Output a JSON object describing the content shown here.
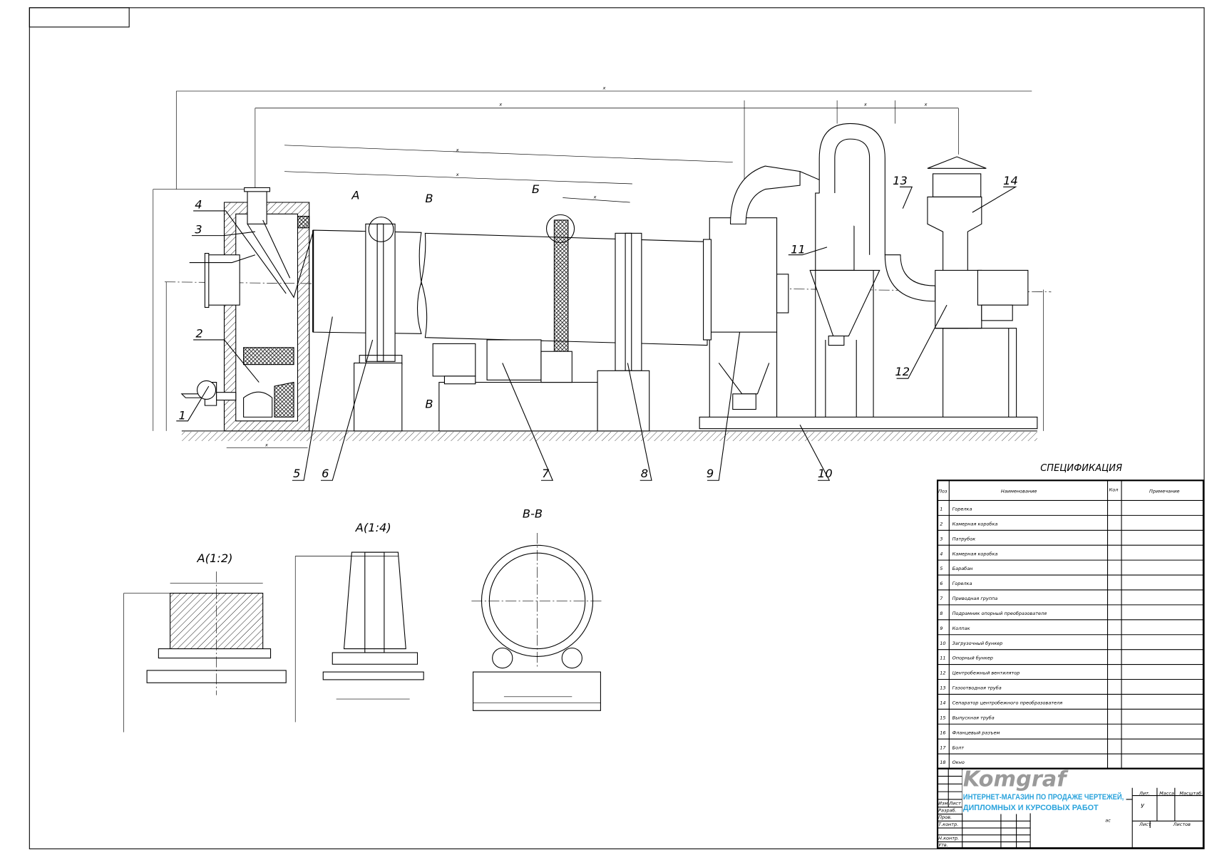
{
  "drawing": {
    "callouts": [
      "1",
      "2",
      "3",
      "4",
      "5",
      "6",
      "7",
      "8",
      "9",
      "10",
      "11",
      "12",
      "13",
      "14"
    ],
    "section_marks": {
      "a": "А",
      "b": "Б",
      "v": "В"
    },
    "dimension_label": "x",
    "views": {
      "detail_a_12": "А(1:2)",
      "detail_a_14": "А(1:4)",
      "section_vv": "В-В"
    }
  },
  "specification": {
    "title": "СПЕЦИФИКАЦИЯ",
    "columns": [
      "Поз",
      "Наименование",
      "Кол",
      "Примечание"
    ],
    "rows": [
      {
        "pos": "1",
        "name": "Горелка"
      },
      {
        "pos": "2",
        "name": "Камерная коробка"
      },
      {
        "pos": "3",
        "name": "Патрубок"
      },
      {
        "pos": "4",
        "name": "Камерная коробка"
      },
      {
        "pos": "5",
        "name": "Барабан"
      },
      {
        "pos": "6",
        "name": "Горелка"
      },
      {
        "pos": "7",
        "name": "Приводная группа"
      },
      {
        "pos": "8",
        "name": "Подрамник опорный преобразователя"
      },
      {
        "pos": "9",
        "name": "Колпак"
      },
      {
        "pos": "10",
        "name": "Загрузочный бункер"
      },
      {
        "pos": "11",
        "name": "Опорный бункер"
      },
      {
        "pos": "12",
        "name": "Центробежный вентилятор"
      },
      {
        "pos": "13",
        "name": "Газоотводная труба"
      },
      {
        "pos": "14",
        "name": "Сепаратор центробежного преобразователя"
      },
      {
        "pos": "15",
        "name": "Выпускная труба"
      },
      {
        "pos": "16",
        "name": "Фланцевый разъем"
      },
      {
        "pos": "17",
        "name": "Болт"
      },
      {
        "pos": "18",
        "name": "Окно"
      }
    ]
  },
  "title_block": {
    "lit": "Лит.",
    "mass": "Масса",
    "scale": "Масштаб",
    "sheet": "Лист",
    "sheets": "Листов",
    "lit_value": "У",
    "izm": "Изм",
    "list": "Лист",
    "razrab": "Разраб.",
    "prov": "Пров.",
    "tkontr": "Т.контр.",
    "nkontr": "Н.контр.",
    "utv": "Утв.",
    "code": "ас"
  },
  "watermark": {
    "brand": "Komgraf",
    "line1": "ИНТЕРНЕТ-МАГАЗИН ПО ПРОДАЖЕ ЧЕРТЕЖЕЙ,",
    "line2": "ДИПЛОМНЫХ И КУРСОВЫХ РАБОТ"
  }
}
